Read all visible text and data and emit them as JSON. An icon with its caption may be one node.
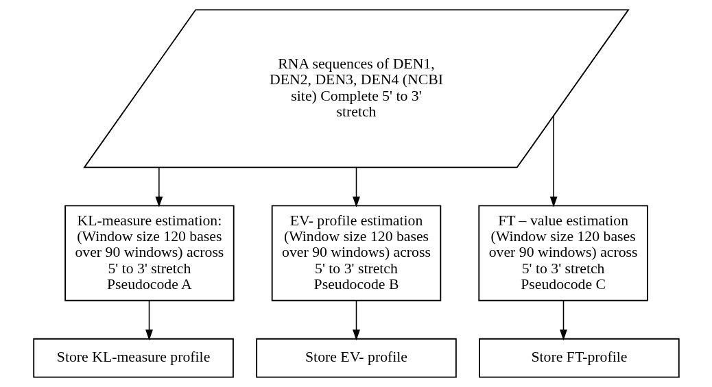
{
  "diagram": {
    "nodes": [
      {
        "text": [
          "RNA sequences of DEN1, DEN2, DEN3, DEN4 (NCBI site) Complete 5' to 3' stretch"
        ]
      },
      {
        "text": [
          "KL-measure estimation: (Window size 120 bases over 90 windows) across 5' to 3' stretch Pseudocode A"
        ]
      },
      {
        "text": [
          "EV- profile estimation (Window size 120 bases over 90 windows) across 5' to 3' stretch Pseudocode B"
        ]
      },
      {
        "text": [
          "FT – value estimation (Window size 120 bases over 90 windows) across 5' to 3' stretch Pseudocode C"
        ]
      },
      {
        "text": [
          "Store KL-measure profile"
        ]
      },
      {
        "text": [
          "Store EV- profile"
        ]
      },
      {
        "text": [
          "Store FT-profile"
        ]
      }
    ],
    "edges": [
      {
        "from": 0,
        "to": 1,
        "arrow": "to"
      },
      {
        "from": 0,
        "to": 2,
        "arrow": "to"
      },
      {
        "from": 0,
        "to": 3,
        "arrow": "to"
      },
      {
        "from": 1,
        "to": 4,
        "arrow": "to"
      },
      {
        "from": 2,
        "to": 5,
        "arrow": "to"
      },
      {
        "from": 3,
        "to": 6,
        "arrow": "to"
      }
    ]
  }
}
